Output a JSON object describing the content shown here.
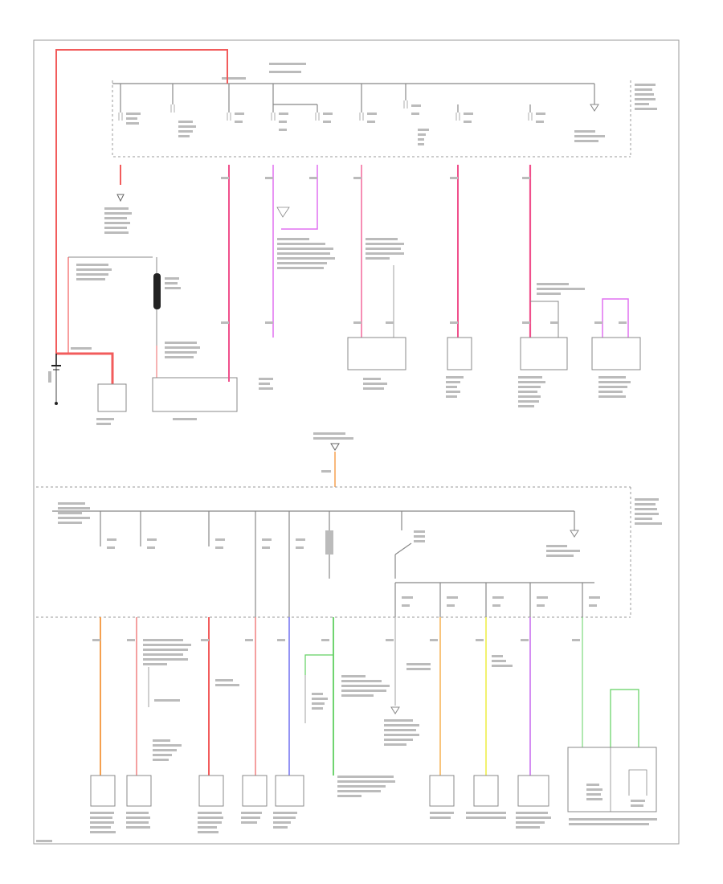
{
  "page": {
    "footer_code": ""
  },
  "colors": {
    "red": "#f25c5c",
    "pink": "#f0508c",
    "light_red": "#f08080",
    "violet": "#e070f0",
    "orange": "#f5a050",
    "blue": "#7070f0",
    "green": "#60d060",
    "yellow": "#f0f060",
    "lavender": "#d080f0",
    "gray": "#888888",
    "black": "#111111"
  },
  "upper_panel": {
    "title": "",
    "top_labels": [
      "",
      ""
    ],
    "bus_label": "",
    "fuses": [
      {
        "id": "f1"
      },
      {
        "id": "f2"
      },
      {
        "id": "f3"
      },
      {
        "id": "f4"
      },
      {
        "id": "f5"
      },
      {
        "id": "f6"
      },
      {
        "id": "f7"
      },
      {
        "id": "f8"
      },
      {
        "id": "f9"
      },
      {
        "id": "f10"
      }
    ]
  },
  "components_upper": [
    {
      "id": "starter-motor",
      "label": ""
    },
    {
      "id": "generator",
      "label": ""
    },
    {
      "id": "fog-lamp-module",
      "label": ""
    },
    {
      "id": "anti-theft-module",
      "label": ""
    },
    {
      "id": "auxiliary-relay",
      "label": ""
    },
    {
      "id": "fuel-cutoff-switch",
      "label": ""
    },
    {
      "id": "passenger-seat-module",
      "label": ""
    }
  ],
  "mid": {
    "connector_label": ""
  },
  "lower_panel": {
    "title": ""
  },
  "components_lower": [
    {
      "id": "engine-control-module",
      "label": ""
    },
    {
      "id": "body-control-module",
      "label": ""
    },
    {
      "id": "auxiliary-power-module",
      "label": ""
    },
    {
      "id": "power-distribution",
      "label": ""
    },
    {
      "id": "ignition-switch-module",
      "label": ""
    },
    {
      "id": "left-headlamp",
      "label": ""
    },
    {
      "id": "auxiliary-module",
      "label": ""
    },
    {
      "id": "passenger-switch-module",
      "label": ""
    },
    {
      "id": "battery-junction-box",
      "label": ""
    }
  ]
}
